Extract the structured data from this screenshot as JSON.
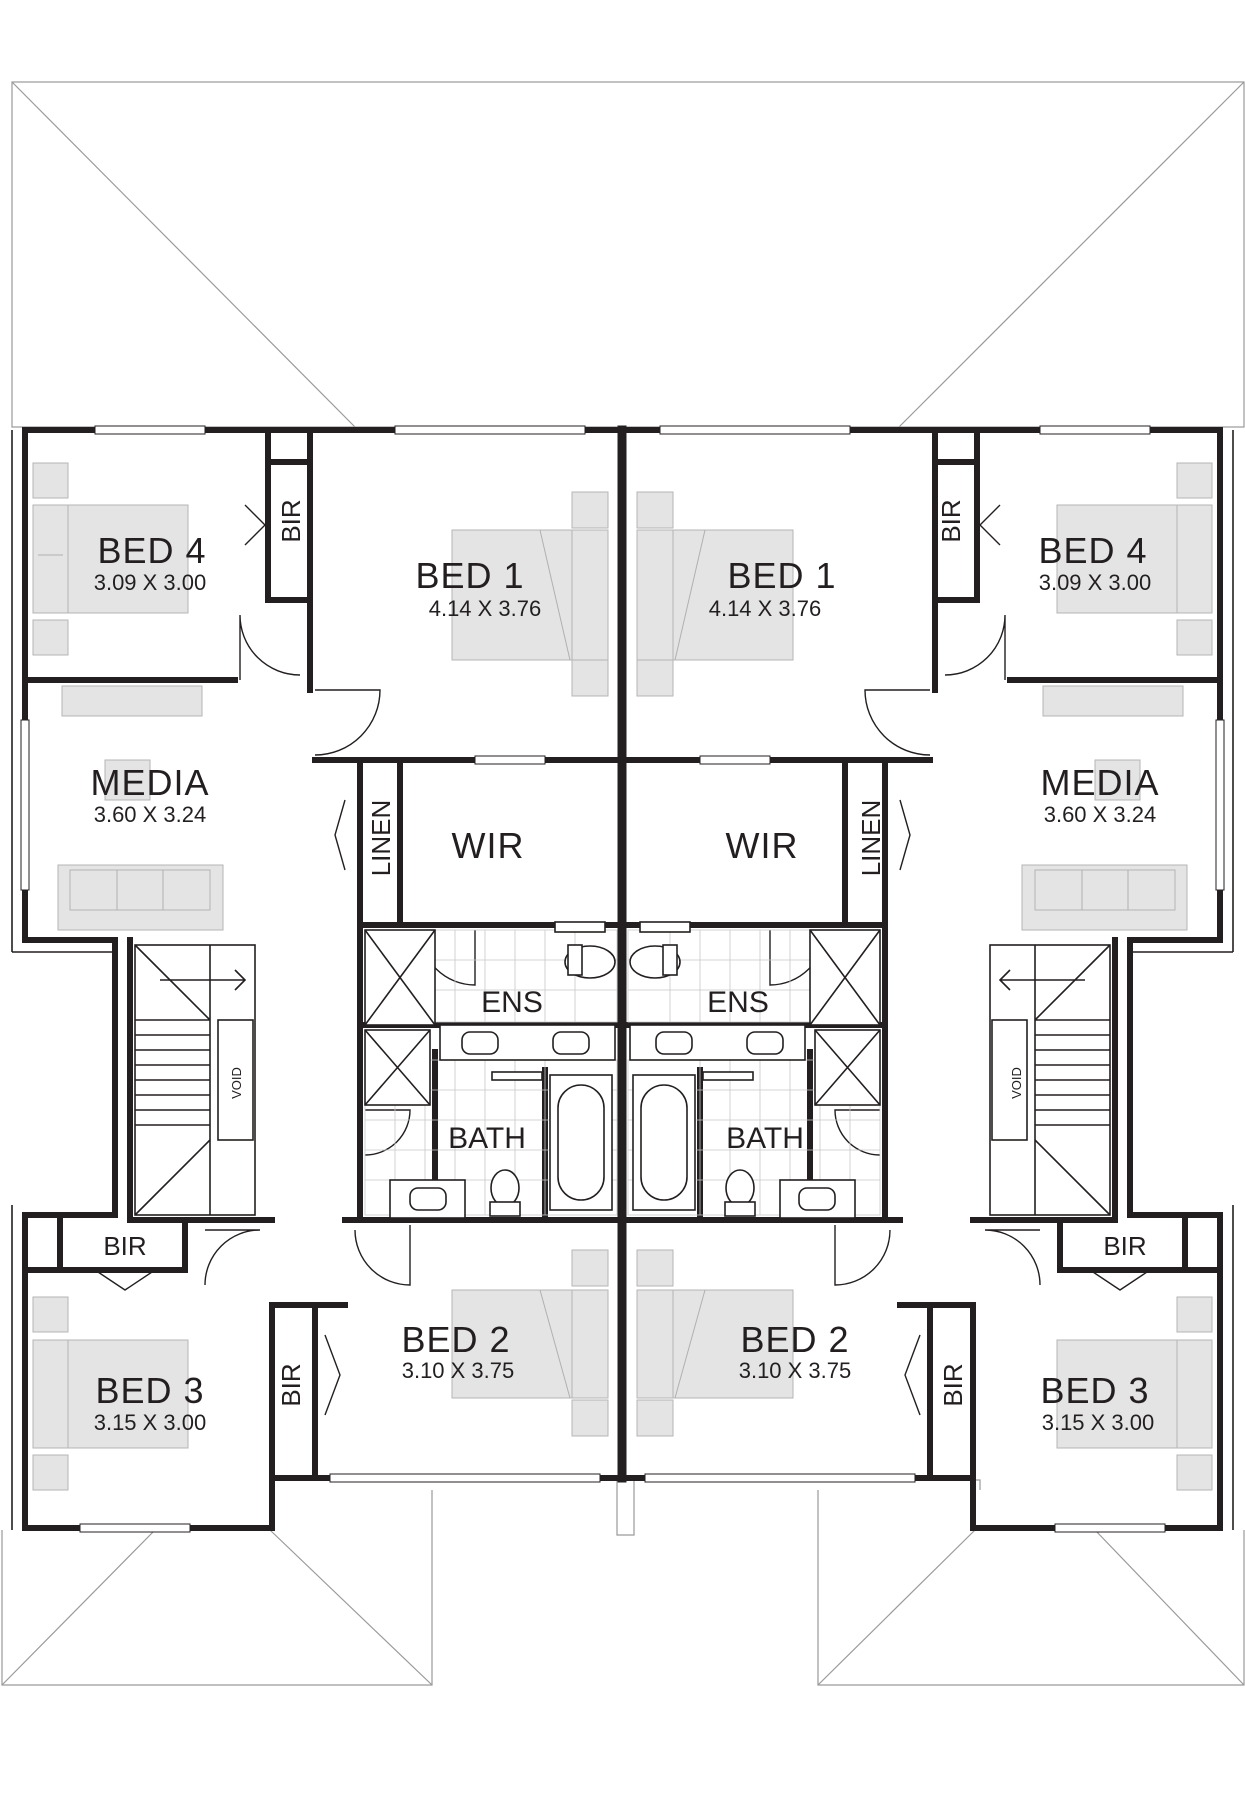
{
  "plan": {
    "left": {
      "bed4": {
        "name": "BED 4",
        "dims": "3.09 X 3.00"
      },
      "bed1": {
        "name": "BED 1",
        "dims": "4.14 X 3.76"
      },
      "media": {
        "name": "MEDIA",
        "dims": "3.60 X 3.24"
      },
      "wir": "WIR",
      "linen": "LINEN",
      "ens": "ENS",
      "bath": "BATH",
      "void": "VOID",
      "bir_top": "BIR",
      "bir_lower": "BIR",
      "bir_bed2": "BIR",
      "bed3": {
        "name": "BED 3",
        "dims": "3.15 X 3.00"
      },
      "bed2": {
        "name": "BED 2",
        "dims": "3.10 X 3.75"
      }
    },
    "right": {
      "bed4": {
        "name": "BED 4",
        "dims": "3.09 X 3.00"
      },
      "bed1": {
        "name": "BED 1",
        "dims": "4.14 X 3.76"
      },
      "media": {
        "name": "MEDIA",
        "dims": "3.60 X 3.24"
      },
      "wir": "WIR",
      "linen": "LINEN",
      "ens": "ENS",
      "bath": "BATH",
      "void": "VOID",
      "bir_top": "BIR",
      "bir_lower": "BIR",
      "bir_bed2": "BIR",
      "bed3": {
        "name": "BED 3",
        "dims": "3.15 X 3.00"
      },
      "bed2": {
        "name": "BED 2",
        "dims": "3.10 X 3.75"
      }
    }
  }
}
